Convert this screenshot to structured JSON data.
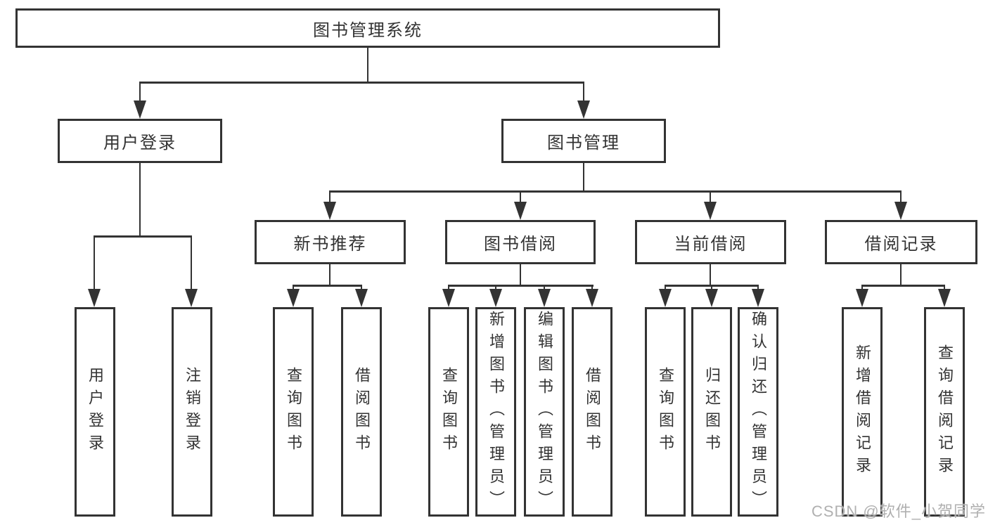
{
  "diagram": {
    "root": {
      "label": "图书管理系统"
    },
    "branches": [
      {
        "label": "用户登录",
        "children": [
          "用户登录",
          "注销登录"
        ]
      },
      {
        "label": "图书管理",
        "children_groups": [
          {
            "label": "新书推荐",
            "children": [
              "查询图书",
              "借阅图书"
            ]
          },
          {
            "label": "图书借阅",
            "children": [
              "查询图书",
              "新增图书（管理员）",
              "编辑图书（管理员）",
              "借阅图书"
            ]
          },
          {
            "label": "当前借阅",
            "children": [
              "查询图书",
              "归还图书",
              "确认归还（管理员）"
            ]
          },
          {
            "label": "借阅记录",
            "children": [
              "新增借阅记录",
              "查询借阅记录"
            ]
          }
        ]
      }
    ]
  },
  "watermark": {
    "text": "CSDN @软件_小贺同学"
  },
  "colors": {
    "line": "#333333",
    "text": "#333333",
    "watermark": "#b0b0b0",
    "background": "#ffffff"
  }
}
